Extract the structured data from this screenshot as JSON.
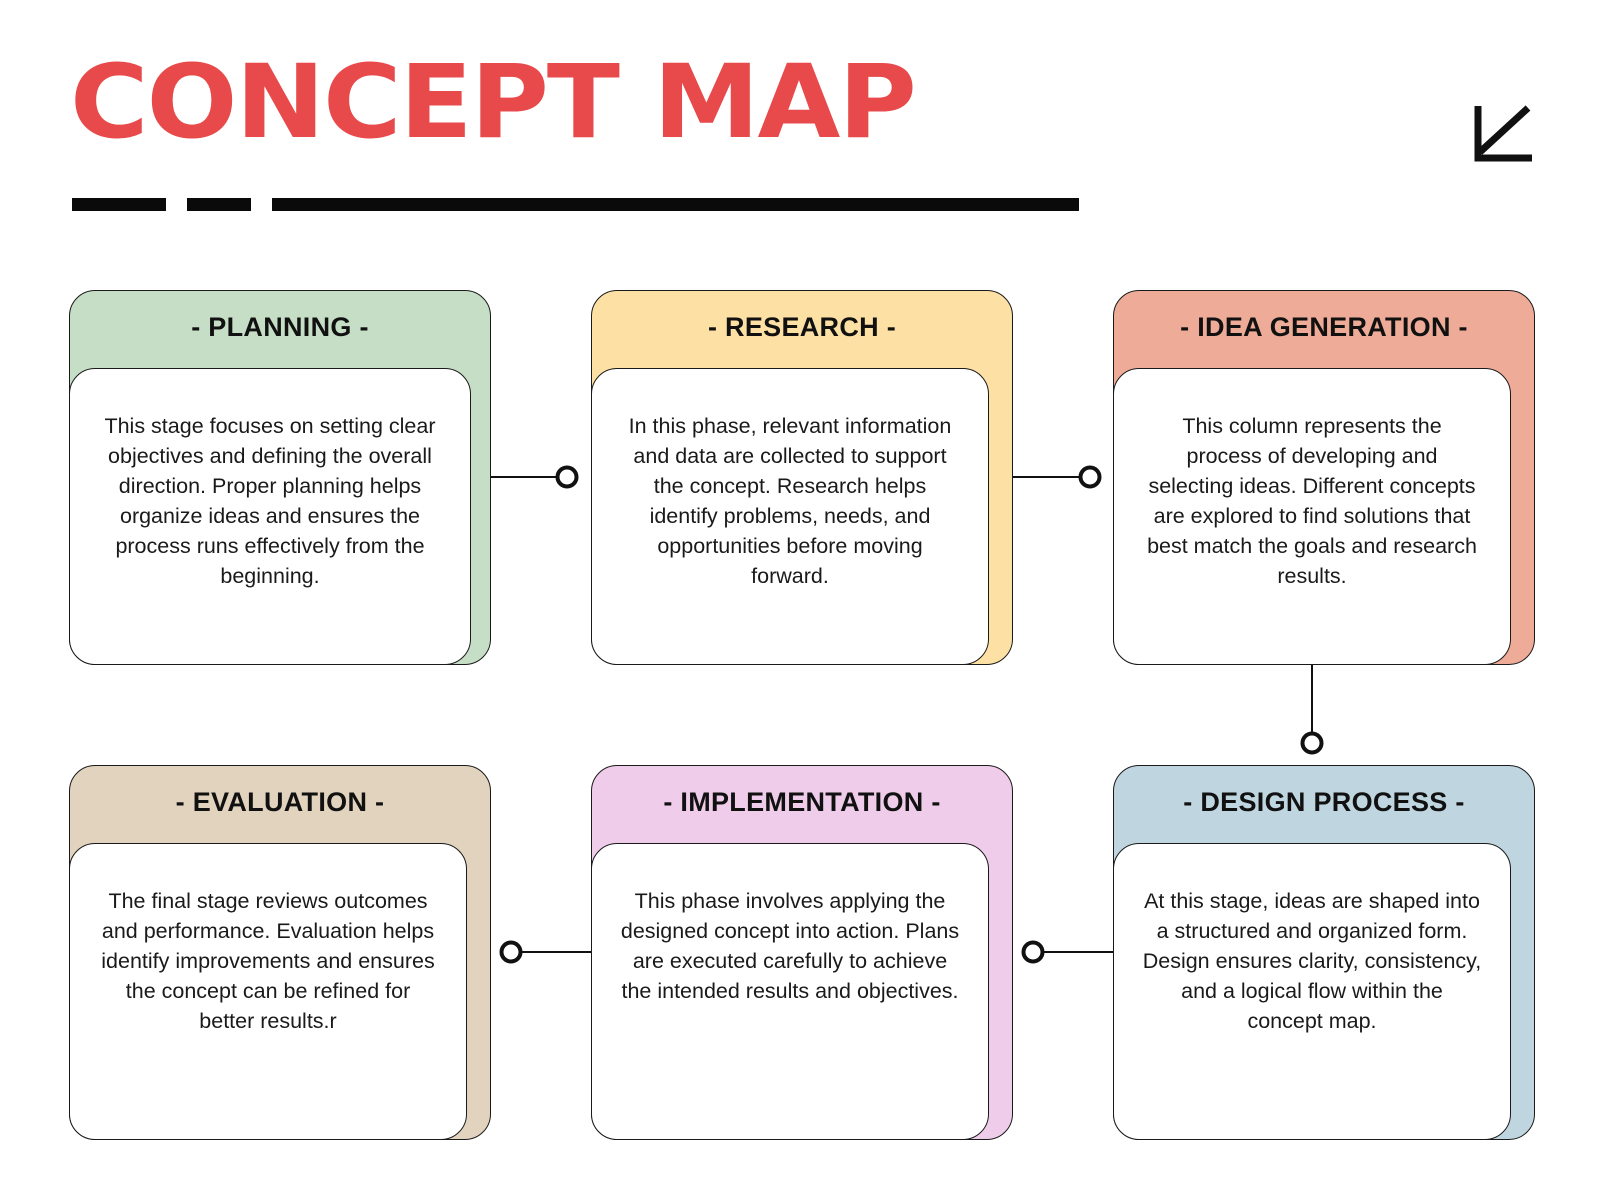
{
  "title": "CONCEPT MAP",
  "logo_icon": "angle-arrow-logo",
  "colors": {
    "title": "#e8494a",
    "planning": "#c5dec5",
    "research": "#fde0a3",
    "idea_generation": "#eeab98",
    "evaluation": "#e1d3bd",
    "implementation": "#efcce9",
    "design_process": "#bfd6e0"
  },
  "stages": [
    {
      "heading": "-  PLANNING  -",
      "text": "This stage focuses on setting clear objectives and defining the overall direction. Proper planning helps organize ideas and ensures the process runs effectively from the beginning."
    },
    {
      "heading": "-  RESEARCH  -",
      "text": "In this phase, relevant information and data are collected to support the concept. Research helps identify problems, needs, and opportunities before moving forward."
    },
    {
      "heading": "-  IDEA GENERATION  -",
      "text": "This column represents the process of developing and selecting ideas. Different concepts are explored to find solutions that best match the goals and research results."
    },
    {
      "heading": "- EVALUATION -",
      "text": "The final stage reviews outcomes and performance. Evaluation helps identify improvements and ensures the concept can be refined for better results.r"
    },
    {
      "heading": "- IMPLEMENTATION -",
      "text": "This phase involves applying the designed concept into action. Plans are executed carefully to achieve the intended results and objectives."
    },
    {
      "heading": "- DESIGN PROCESS -",
      "text": "At this stage, ideas are shaped into a structured and organized form. Design ensures clarity, consistency, and a logical flow within the concept map."
    }
  ]
}
